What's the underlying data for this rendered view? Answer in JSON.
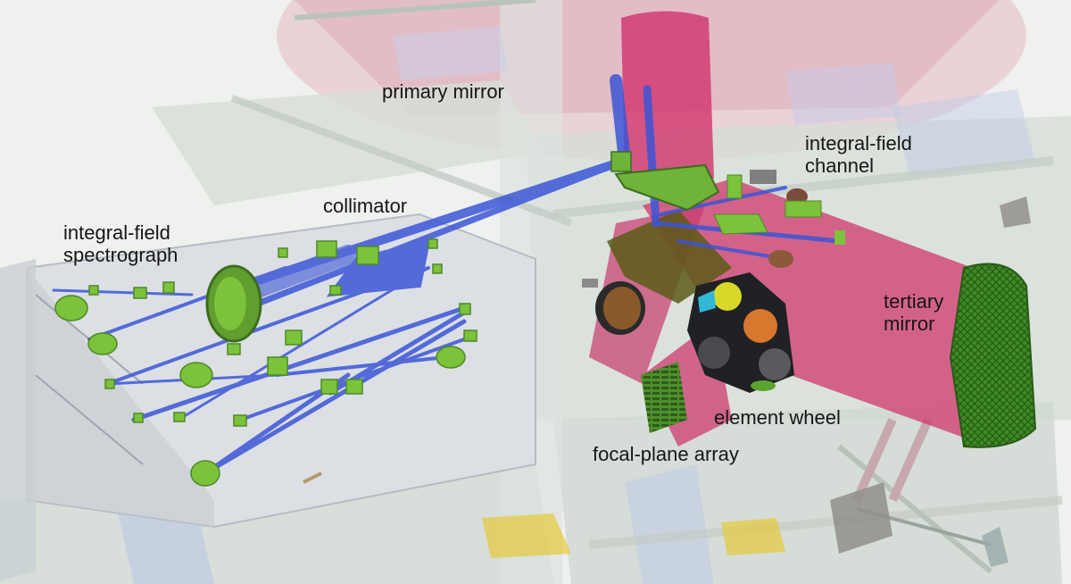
{
  "labels": {
    "primary_mirror": "primary mirror",
    "collimator": "collimator",
    "ifs_line1": "integral-field",
    "ifs_line2": "spectrograph",
    "ifc_line1": "integral-field",
    "ifc_line2": "channel",
    "tertiary_line1": "tertiary",
    "tertiary_line2": "mirror",
    "element_wheel": "element wheel",
    "focal_plane_array": "focal-plane array"
  },
  "colors": {
    "background": "#eef1ee",
    "structure": "#c9d2cd",
    "beam_magenta": "#d0306a",
    "beam_blue": "#3a55d6",
    "component_green": "#7cc23a",
    "mirror_green": "#3c7f25",
    "wheel_dark": "#1f2124",
    "filter_yellow": "#d8d82a",
    "filter_orange": "#d8772e",
    "filter_cyan": "#31b8d8",
    "shadow_olive": "#5a5a18",
    "mount_yellow": "#e6c93a",
    "text": "#161616"
  }
}
